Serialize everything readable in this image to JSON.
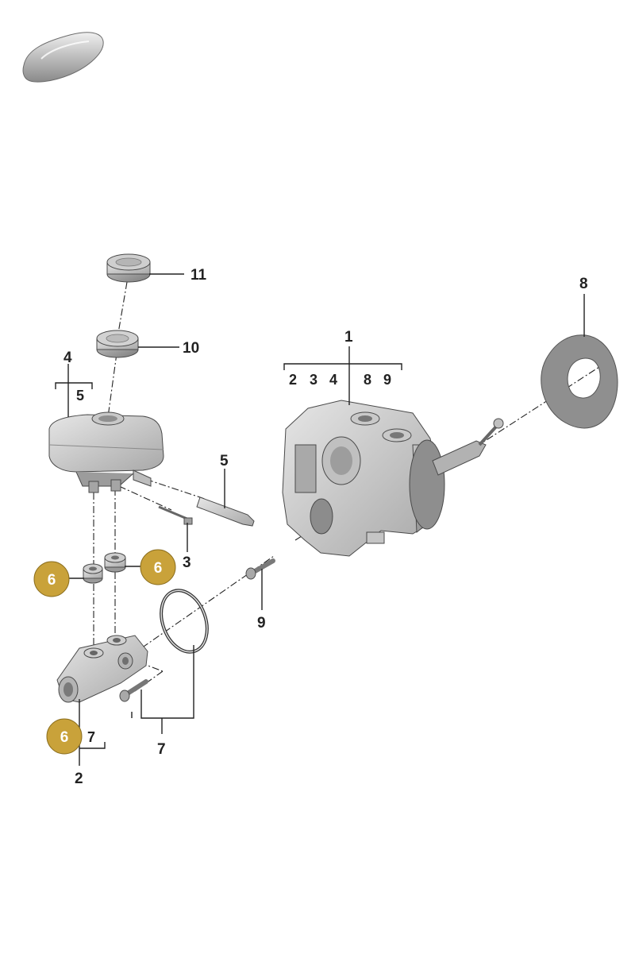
{
  "colors": {
    "badge": "#c9a23a",
    "part_light": "#d4d4d4",
    "part_mid": "#b0b0b0",
    "part_dark": "#7a7a7a",
    "line": "#222222"
  },
  "icons": {
    "vehicle": "car-silhouette-icon"
  },
  "labels": {
    "l1": "1",
    "l1_sub": [
      "2",
      "3",
      "4",
      "8",
      "9"
    ],
    "l2": "2",
    "l3": "3",
    "l4": "4",
    "l4_sub": "5",
    "l5": "5",
    "l6a": "6",
    "l6b": "6",
    "l6c": "6",
    "l7": "7",
    "l7_sub": "7",
    "l8": "8",
    "l9": "9",
    "l10": "10",
    "l11": "11"
  }
}
